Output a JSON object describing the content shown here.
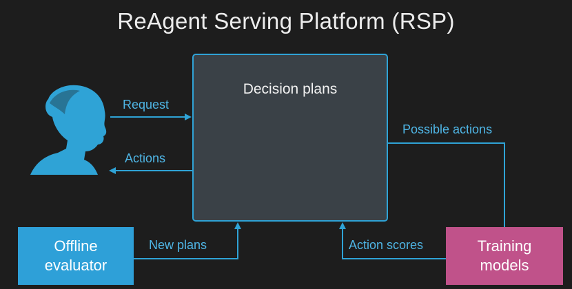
{
  "title": "ReAgent Serving Platform (RSP)",
  "core": {
    "title": "Decision plans"
  },
  "edges": {
    "request": "Request",
    "actions": "Actions",
    "possible_actions": "Possible actions",
    "new_plans": "New plans",
    "action_scores": "Action scores"
  },
  "nodes": {
    "offline_evaluator": [
      "Offline",
      "evaluator"
    ],
    "training_models": [
      "Training",
      "models"
    ]
  },
  "icons": {
    "user": "user-silhouette-icon",
    "plans": "decision-plans-stack-icon"
  },
  "colors": {
    "background": "#1d1d1d",
    "accent_blue": "#2fa3d6",
    "accent_pink": "#c0528a",
    "core_fill": "#3a4147"
  }
}
